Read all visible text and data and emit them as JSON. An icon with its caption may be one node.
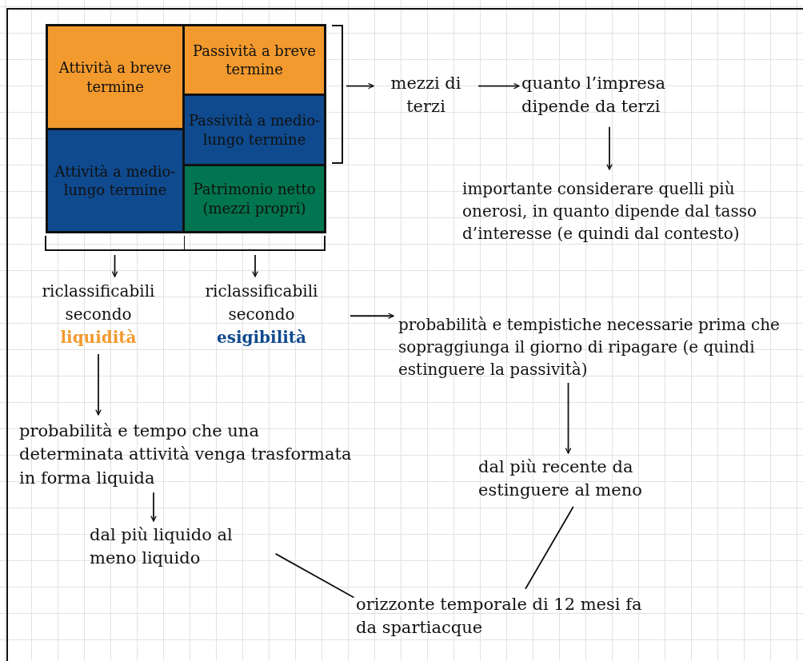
{
  "diagram": {
    "nodes": [
      {
        "text": [
          "Attività a breve termine"
        ]
      },
      {
        "text": [
          "Attività a medio-lungo termine"
        ]
      },
      {
        "text": [
          "Passività a breve termine"
        ]
      },
      {
        "text": [
          "Passività a medio-lungo termine"
        ]
      },
      {
        "text": [
          "Patrimonio netto (mezzi propri)"
        ]
      },
      {
        "text": [],
        "shape": "bracket"
      },
      {
        "text": [
          "mezzi di terzi"
        ]
      },
      {
        "text": [
          "quanto l’impresa dipende da terzi"
        ]
      },
      {
        "text": [
          "importante considerare quelli più onerosi, in quanto dipende dal tasso d’interesse (e quindi dal contesto)"
        ]
      },
      {
        "text": [],
        "shape": "bracket"
      },
      {
        "text": [],
        "shape": "bracket"
      },
      {
        "text": [
          "riclassificabili secondo",
          "liquidità"
        ]
      },
      {
        "text": [
          "riclassificabili secondo",
          "esigibilità"
        ]
      },
      {
        "text": [
          "probabilità e tempistiche necessarie prima che sopraggiunga il giorno di ripagare (e quindi estinguere la passività)"
        ]
      },
      {
        "text": [
          "dal più recente da estinguere al meno"
        ]
      },
      {
        "text": [
          "probabilità e tempo che una determinata attività venga trasformata in forma liquida"
        ]
      },
      {
        "text": [
          "dal più liquido al meno liquido"
        ]
      },
      {
        "text": [
          "orizzonte temporale di 12 mesi fa da spartiacque"
        ]
      }
    ],
    "edges": [
      {
        "from": 5,
        "to": 6,
        "arrow": "to"
      },
      {
        "from": 6,
        "to": 7,
        "arrow": "to"
      },
      {
        "from": 7,
        "to": 8,
        "arrow": "to"
      },
      {
        "from": 9,
        "to": 11,
        "arrow": "to"
      },
      {
        "from": 10,
        "to": 12,
        "arrow": "to"
      },
      {
        "from": 12,
        "to": 13,
        "arrow": "to"
      },
      {
        "from": 11,
        "to": 15,
        "arrow": "to"
      },
      {
        "from": 15,
        "to": 16,
        "arrow": "to"
      },
      {
        "from": 13,
        "to": 14,
        "arrow": "to"
      },
      {
        "from": 16,
        "to": 17,
        "arrow": "none"
      },
      {
        "from": 14,
        "to": 17,
        "arrow": "none"
      }
    ]
  }
}
